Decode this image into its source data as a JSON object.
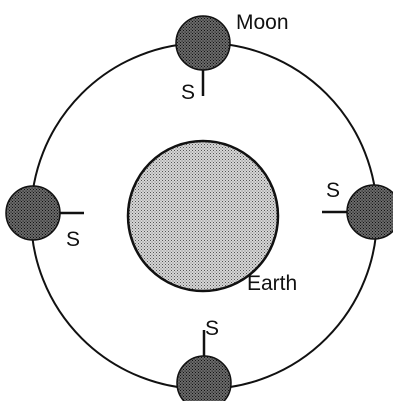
{
  "labels": {
    "moon": "Moon",
    "earth": "Earth",
    "marker": "S"
  },
  "colors": {
    "ink": "#111111",
    "fill_light": "#c9c9c9",
    "fill_dark": "#5a5a5a",
    "background": "#ffffff"
  }
}
